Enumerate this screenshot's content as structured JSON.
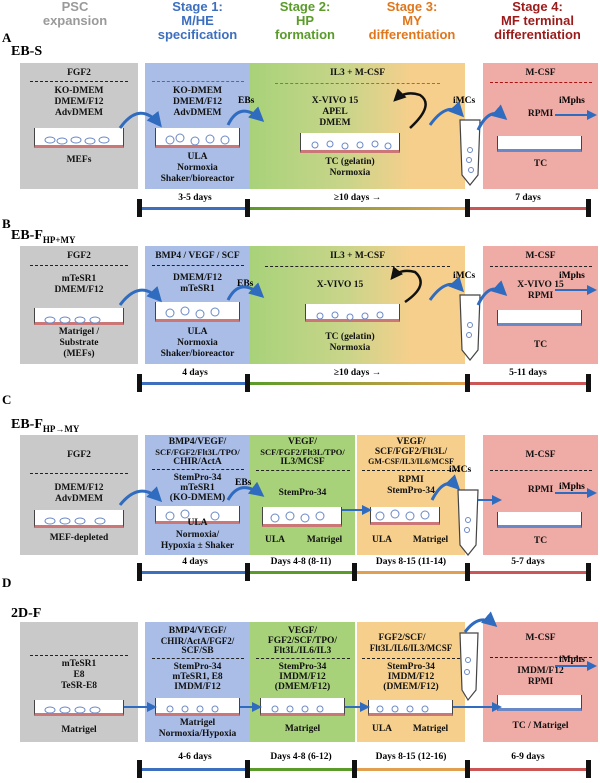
{
  "headers": {
    "psc": [
      "PSC",
      "expansion"
    ],
    "stage1": [
      "Stage 1:",
      "M/HE",
      "specification"
    ],
    "stage2": [
      "Stage 2:",
      "HP",
      "formation"
    ],
    "stage3": [
      "Stage 3:",
      "MY",
      "differentiation"
    ],
    "stage4": [
      "Stage 4:",
      "MF terminal",
      "differentiation"
    ]
  },
  "colors": {
    "psc": "#c9c9c9",
    "stage1": "#a9bde6",
    "stage2": "#a8d27a",
    "stage3": "#f6cf8c",
    "stage4": "#efaba5",
    "psc_text": "#9a9a9a",
    "stage1_text": "#3d6fbf",
    "stage2_text": "#5a9b2a",
    "stage3_text": "#e0761b",
    "stage4_text": "#9b1b1b",
    "arrow": "#2f6bbf"
  },
  "sections": {
    "A": "A",
    "B": "B",
    "C": "C",
    "D": "D"
  },
  "rows": {
    "row1": {
      "label": "EB-S",
      "psc": {
        "factor": "FGF2",
        "media": [
          "KO-DMEM",
          "DMEM/F12",
          "AdvDMEM"
        ],
        "bottom": "MEFs"
      },
      "s1": {
        "media": [
          "KO-DMEM",
          "DMEM/F12",
          "AdvDMEM"
        ],
        "bottom": [
          "ULA",
          "Normoxia",
          "Shaker/bioreactor"
        ]
      },
      "s23": {
        "factor": "IL3 + M-CSF",
        "media": [
          "X-VIVO 15",
          "APEL",
          "DMEM"
        ],
        "bottom": [
          "TC (gelatin)",
          "Normoxia"
        ]
      },
      "s4": {
        "factor": "M-CSF",
        "media": [
          "RPMI"
        ],
        "bottom": "TC"
      },
      "ebs": "EBs",
      "imcs": "iMCs",
      "imphs": "iMphs",
      "times": [
        "3-5 days",
        "≥10 days →",
        "7 days"
      ]
    },
    "row2": {
      "label": "EB-F",
      "label_sub": "HP+MY",
      "psc": {
        "factor": "FGF2",
        "media": [
          "mTeSR1",
          "DMEM/F12"
        ],
        "bottom": [
          "Matrigel /",
          "Substrate",
          "(MEFs)"
        ]
      },
      "s1": {
        "factor": "BMP4 / VEGF / SCF",
        "media": [
          "DMEM/F12",
          "mTeSR1"
        ],
        "bottom": [
          "ULA",
          "Normoxia",
          "Shaker/bioreactor"
        ]
      },
      "s23": {
        "factor": "IL3 + M-CSF",
        "media": [
          "X-VIVO 15"
        ],
        "bottom": [
          "TC (gelatin)",
          "Normoxia"
        ]
      },
      "s4": {
        "factor": "M-CSF",
        "media": [
          "X-VIVO 15",
          "RPMI"
        ],
        "bottom": "TC"
      },
      "ebs": "EBs",
      "imcs": "iMCs",
      "imphs": "iMphs",
      "times": [
        "4 days",
        "≥10 days →",
        "5-11 days"
      ]
    },
    "row3": {
      "label": "EB-F",
      "label_sub": "HP→MY",
      "psc": {
        "factor": "FGF2",
        "media": [
          "DMEM/F12",
          "AdvDMEM"
        ],
        "bottom": "MEF-depleted"
      },
      "s1": {
        "factor": [
          "BMP4/VEGF/",
          "SCF/FGF2/Flt3L/TPO/",
          "CHIR/ActA"
        ],
        "media": [
          "StemPro-34",
          "mTeSR1",
          "(KO-DMEM)"
        ],
        "bottom": [
          "ULA",
          "Normoxia/",
          "Hypoxia ± Shaker"
        ]
      },
      "s2": {
        "factor": [
          "VEGF/",
          "SCF/FGF2/Flt3L/TPO/",
          "IL3/MCSF"
        ],
        "media": [
          "StemPro-34"
        ],
        "bottom": [
          "ULA",
          "Matrigel"
        ]
      },
      "s3": {
        "factor": [
          "VEGF/",
          "SCF/FGF2/Flt3L/",
          "GM-CSF/IL3/IL6/MCSF"
        ],
        "media": [
          "RPMI",
          "StemPro-34"
        ],
        "bottom": [
          "ULA",
          "Matrigel"
        ]
      },
      "s4": {
        "factor": "M-CSF",
        "media": [
          "RPMI"
        ],
        "bottom": "TC"
      },
      "ebs": "EBs",
      "imcs": "iMCs",
      "imphs": "iMphs",
      "times": [
        "4 days",
        "Days 4-8 (8-11)",
        "Days 8-15 (11-14)",
        "5-7 days"
      ]
    },
    "row4": {
      "label": "2D-F",
      "psc": {
        "media": [
          "mTeSR1",
          "E8",
          "TeSR-E8"
        ],
        "bottom": "Matrigel"
      },
      "s1": {
        "factor": [
          "BMP4/VEGF/",
          "CHIR/ActA/FGF2/",
          "SCF/SB"
        ],
        "media": [
          "StemPro-34",
          "mTeSR1, E8",
          "IMDM/F12"
        ],
        "bottom": [
          "Matrigel",
          "Normoxia/Hypoxia"
        ]
      },
      "s2": {
        "factor": [
          "VEGF/",
          "FGF2/SCF/TPO/",
          "Flt3L/IL6/IL3"
        ],
        "media": [
          "StemPro-34",
          "IMDM/F12",
          "(DMEM/F12)"
        ],
        "bottom": "Matrigel"
      },
      "s3": {
        "factor": [
          "FGF2/SCF/",
          "Flt3L/IL6/IL3/MCSF"
        ],
        "media": [
          "StemPro-34",
          "IMDM/F12",
          "(DMEM/F12)"
        ],
        "bottom": [
          "ULA",
          "Matrigel"
        ]
      },
      "s4": {
        "factor": "M-CSF",
        "media": [
          "IMDM/F12",
          "RPMI"
        ],
        "bottom": "TC / Matrigel"
      },
      "imphs": "iMphs",
      "times": [
        "4-6 days",
        "Days 4-8 (6-12)",
        "Days 8-15 (12-16)",
        "6-9 days"
      ]
    }
  }
}
